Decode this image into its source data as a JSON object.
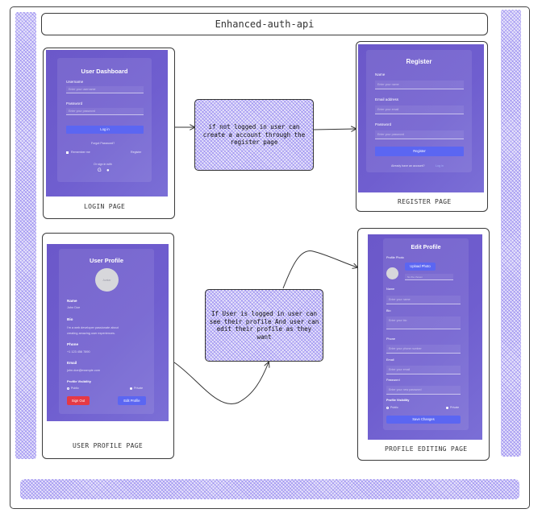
{
  "title": "Enhanced-auth-api",
  "captions": {
    "login": "LOGIN PAGE",
    "register": "REGISTER PAGE",
    "user_profile": "USER PROFILE PAGE",
    "profile_editing": "PROFILE EDITING PAGE"
  },
  "notes": {
    "register_flow": "if not logged in user can create a account through the register page",
    "profile_flow": "If User  is logged in user can see their profile And user can edit their profile as they want"
  },
  "login_screen": {
    "title": "User Dashboard",
    "username_label": "Username",
    "username_placeholder": "Enter your username",
    "password_label": "Password",
    "password_placeholder": "Enter your password",
    "login_button": "Log in",
    "forgot_link": "Forgot Password?",
    "remember_label": "Remember me",
    "register_link": "Register",
    "signin_with": "Or sign in with"
  },
  "register_screen": {
    "title": "Register",
    "name_label": "Name",
    "name_placeholder": "Enter your name",
    "email_label": "Email address",
    "email_placeholder": "Enter your email",
    "password_label": "Password",
    "password_placeholder": "Enter your password",
    "register_button": "Register",
    "account_text": "Already have an account?",
    "login_link": "Log in"
  },
  "profile_screen": {
    "title": "User Profile",
    "avatar_text": "Avatar",
    "name_label": "Name",
    "name_value": "John Doe",
    "bio_label": "Bio",
    "bio_value_1": "I'm a web developer passionate about",
    "bio_value_2": "creating amazing user experiences.",
    "phone_label": "Phone",
    "phone_value": "+1 123 456 7890",
    "email_label": "Email",
    "email_value": "john.doe@example.com",
    "visibility_label": "Profile Visibility",
    "visibility_public": "Public",
    "visibility_private": "Private",
    "signout_button": "Sign Out",
    "edit_button": "Edit Profile"
  },
  "edit_screen": {
    "title": "Edit Profile",
    "photo_label": "Profile Photo",
    "upload_button": "Upload Photo",
    "file_text": "No file chosen",
    "name_label": "Name",
    "name_placeholder": "Enter your name",
    "bio_label": "Bio",
    "bio_placeholder": "Enter your bio",
    "phone_label": "Phone",
    "phone_placeholder": "Enter your phone number",
    "email_label": "Email",
    "email_placeholder": "Enter your email",
    "password_label": "Password",
    "password_placeholder": "Enter your new password",
    "visibility_label": "Profile Visibility",
    "visibility_public": "Public",
    "visibility_private": "Private",
    "save_button": "Save Changes"
  },
  "colors": {
    "screen_purple": "#6f5ecf",
    "button_blue": "#5b66f2",
    "signout_red": "#e53945",
    "hatch_purple": "#7c6cec"
  }
}
